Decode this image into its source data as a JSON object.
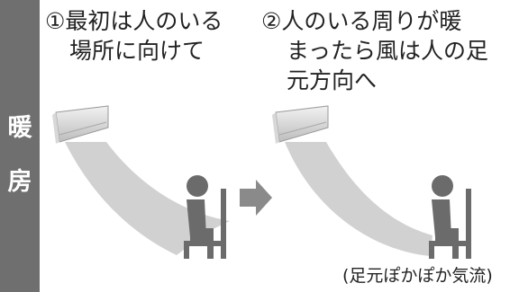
{
  "side_label": [
    "暖",
    "房"
  ],
  "step1": {
    "lines": [
      "①最初は人のいる",
      "場所に向けて"
    ]
  },
  "step2": {
    "lines": [
      "②人のいる周りが暖",
      "まったら風は人の足",
      "元方向へ"
    ]
  },
  "footnote": "(足元ぽかぽか気流)",
  "colors": {
    "sidebar": "#6f6f6f",
    "airflow": "#c9c9c9",
    "person": "#6b6b6b",
    "arrow": "#8a8a8a"
  },
  "icons": [
    "air-conditioner-icon",
    "airflow-icon",
    "seated-person-icon",
    "right-arrow-icon"
  ]
}
